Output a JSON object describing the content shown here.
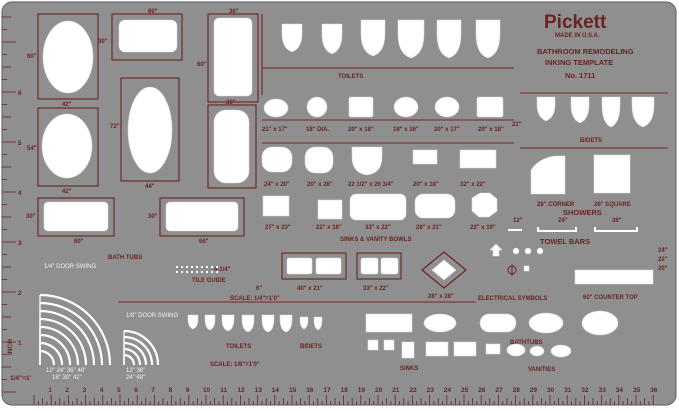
{
  "brand": {
    "name": "Pickett",
    "origin": "MADE IN U.S.A."
  },
  "heading": {
    "line1": "BATHROOM REMODELING",
    "line2": "INKING TEMPLATE",
    "model": "No. 1711"
  },
  "sections": {
    "toilets": "TOILETS",
    "bidets": "BIDETS",
    "bath_tubs": "BATH TUBS",
    "sinks_vanity": "SINKS & VANITY BOWLS",
    "showers": "SHOWERS",
    "towel_bars": "TOWEL BARS",
    "electrical": "ELECTRICAL SYMBOLS",
    "counter_top": "60\" COUNTER TOP",
    "tile_guide": "TILE GUIDE",
    "door_swing_quarter": "1/4\" DOOR SWING",
    "door_swing_eighth": "1/8\" DOOR SWING",
    "scale_quarter": "SCALE: 1/4\"=1'0\"",
    "scale_eighth": "SCALE: 1/8\"=1'0\"",
    "toilets_small": "TOILETS",
    "bidets_small": "BIDETS",
    "sinks_small": "SINKS",
    "bathtubs_small": "BATHTUBS",
    "vanities_small": "VANITIES",
    "inch": "INCH",
    "ruler_scale": "1/4\"=1'"
  },
  "tub_labels": {
    "w60": "60\"",
    "w30": "30\"",
    "w36": "36\"",
    "h60": "60\"",
    "w42a": "42\"",
    "h54": "54\"",
    "w42b": "42\"",
    "h72": "72\"",
    "w44": "44\"",
    "w32": "32\"",
    "h60b": "60\"",
    "w60c": "60\"",
    "w30c": "30\"",
    "w66": "66\""
  },
  "sink_labels": [
    "21\" x 17\"",
    "18\" DIA.",
    "20\" x 18\"",
    "18\" x 16\"",
    "20\" x 17\"",
    "20\" x 18\"",
    "24\" x 20\"",
    "20\" x 26\"",
    "22 1/2\" x 26 3/4\"",
    "20\" x 18\"",
    "32\" x 22\"",
    "27\" x 23\"",
    "22\" x 18\"",
    "33\" x 22\"",
    "28\" x 21\"",
    "22\" x 19\"",
    "40\" x 21\"",
    "33\" x 22\"",
    "28\" x 28\""
  ],
  "shower_labels": {
    "corner": "28\" CORNER",
    "square": "26\" SQUARE"
  },
  "towel_labels": {
    "t12": "12\"",
    "t24": "24\"",
    "t36": "36\""
  },
  "misc_labels": {
    "tile_size": "4-1/4\"",
    "six_inch": "6\"",
    "w22": "22\"",
    "r24": "24\"",
    "r22": "22\"",
    "r20": "20\""
  },
  "door_swing_sizes": {
    "q_row1": "12\"  24\"  36\"  48\"",
    "q_row2": "18\"  30\"  42\"",
    "e_row1": "12\"  36\"",
    "e_row2": "24\"  48\""
  },
  "ruler": {
    "bottom": [
      "1",
      "2",
      "3",
      "4",
      "5",
      "6",
      "7",
      "8",
      "9",
      "10",
      "11",
      "12",
      "13",
      "14",
      "15",
      "16",
      "17",
      "18",
      "19",
      "20",
      "21",
      "22",
      "23",
      "24",
      "25",
      "26",
      "27",
      "28",
      "29",
      "30",
      "31",
      "32",
      "33",
      "34",
      "35",
      "36"
    ],
    "inch_marks": [
      "1",
      "2",
      "3",
      "4",
      "5",
      "6"
    ]
  },
  "colors": {
    "plastic": "#8f8f8f",
    "ink": "#6a2222",
    "cutout": "#ffffff"
  }
}
